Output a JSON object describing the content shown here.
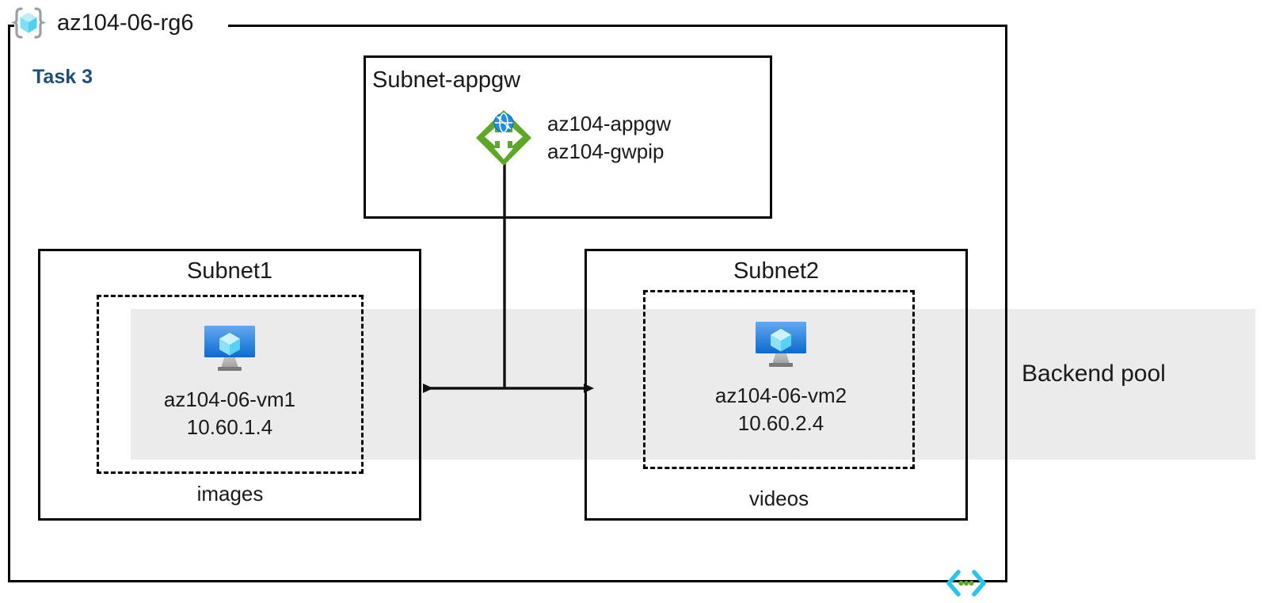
{
  "diagram": {
    "resource_group": {
      "name": "az104-06-rg6",
      "icon": "resource-group-icon"
    },
    "task_label": "Task 3",
    "backend_pool": {
      "label": "Backend pool",
      "band_color": "#ebebeb"
    },
    "subnets": [
      {
        "id": "subnet-appgw",
        "title": "Subnet-appgw",
        "resources": [
          {
            "icon": "application-gateway-icon",
            "lines": [
              "az104-appgw",
              "az104-gwpip"
            ]
          }
        ]
      },
      {
        "id": "subnet1",
        "title": "Subnet1",
        "tier_label": "images",
        "resources": [
          {
            "icon": "virtual-machine-icon",
            "name": "az104-06-vm1",
            "ip": "10.60.1.4"
          }
        ]
      },
      {
        "id": "subnet2",
        "title": "Subnet2",
        "tier_label": "videos",
        "resources": [
          {
            "icon": "virtual-machine-icon",
            "name": "az104-06-vm2",
            "ip": "10.60.2.4"
          }
        ]
      }
    ],
    "footer_icon": "code-brackets-icon",
    "colors": {
      "task_text": "#1f4e79",
      "backend_band": "#ebebeb",
      "appgw_green": "#5ea829",
      "vm_blue_light": "#5ba3ee",
      "vm_blue_dark": "#0e6fd0",
      "rg_cube_cyan": "#6fd9f2",
      "stroke": "#000000",
      "code_icon_cyan": "#28c3ef",
      "code_icon_green": "#5ea829"
    }
  }
}
